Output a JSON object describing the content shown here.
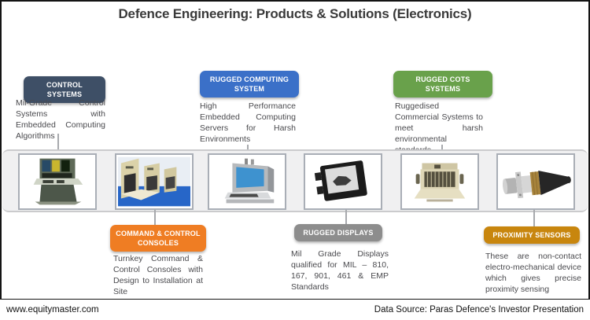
{
  "title": "Defence Engineering: Products & Solutions (Electronics)",
  "top_boxes": [
    {
      "label": "CONTROL SYSTEMS",
      "description": "Mil-Grade Control Systems with Embedded Computing Algorithms",
      "color": "#3e4f66",
      "image": "military-control-console-photo"
    },
    {
      "label": "RUGGED COMPUTING SYSTEM",
      "description": "High Performance Embedded Computing Servers for Harsh Environments",
      "color": "#3b70c8",
      "image": "rugged-computer-photo"
    },
    {
      "label": "RUGGED COTS SYSTEMS",
      "description": "Ruggedised Commercial Systems to meet harsh environmental standards",
      "color": "#69a14b",
      "image": "rugged-cots-chassis-photo"
    }
  ],
  "bottom_boxes": [
    {
      "label": "COMMAND & CONTROL CONSOLES",
      "description": "Turnkey Command & Control Consoles with Design to Installation at Site",
      "color": "#ef7d23",
      "image": "command-control-consoles-photo"
    },
    {
      "label": "RUGGED DISPLAYS",
      "description": "Mil Grade Displays qualified for MIL – 810, 167, 901, 461 & EMP Standards",
      "color": "#8d8d8d",
      "image": "rugged-display-photo"
    },
    {
      "label": "PROXIMITY SENSORS",
      "description": "These are non-contact electro-mechanical device which gives precise proximity sensing",
      "color": "#c8860e",
      "image": "proximity-sensor-photo"
    }
  ],
  "footer": {
    "left": "www.equitymaster.com",
    "right": "Data Source: Paras Defence's Investor Presentation"
  }
}
